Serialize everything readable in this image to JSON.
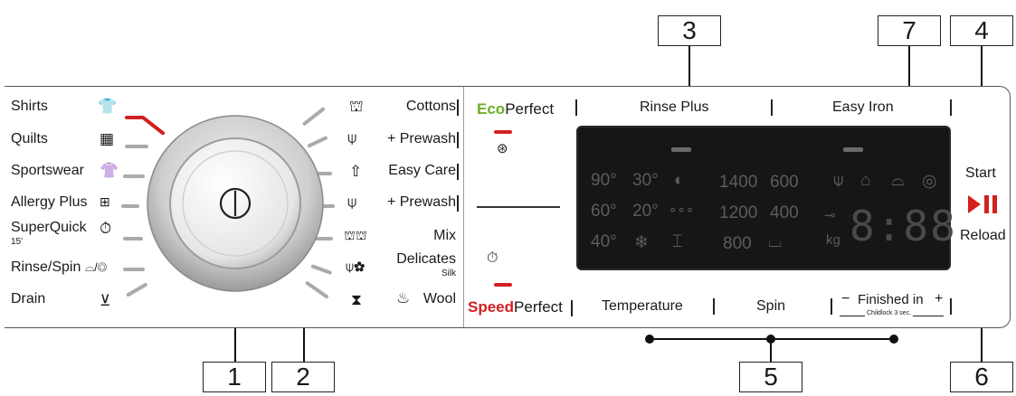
{
  "callouts": {
    "c1": "1",
    "c2": "2",
    "c3": "3",
    "c4": "4",
    "c5": "5",
    "c6": "6",
    "c7": "7"
  },
  "programmes_left": [
    {
      "label": "Shirts",
      "icon": "shirt-icon"
    },
    {
      "label": "Quilts",
      "icon": "quilt-icon"
    },
    {
      "label": "Sportswear",
      "icon": "sportswear-icon"
    },
    {
      "label": "Allergy Plus",
      "icon": "allergy-icon"
    },
    {
      "label": "SuperQuick",
      "sub": "15'",
      "icon": "superquick-icon"
    },
    {
      "label": "Rinse/Spin",
      "icon": "rinse-spin-icon"
    },
    {
      "label": "Drain",
      "icon": "drain-icon"
    }
  ],
  "programmes_right": [
    {
      "label": "Cottons",
      "icon": "cottons-icon"
    },
    {
      "label": "+ Prewash",
      "icon": "prewash-icon"
    },
    {
      "label": "Easy Care",
      "icon": "easy-care-icon"
    },
    {
      "label": "+ Prewash",
      "icon": "prewash-icon"
    },
    {
      "label": "Mix",
      "icon": "mix-icon"
    },
    {
      "label": "Delicates",
      "sub": "Silk",
      "icon": "delicates-icon"
    },
    {
      "label": "Wool",
      "icon": "wool-icon"
    }
  ],
  "modes": {
    "eco_green": "Eco",
    "eco_rest": "Perfect",
    "speed_red": "Speed",
    "speed_rest": "Perfect"
  },
  "top_buttons": {
    "rinse_plus": "Rinse Plus",
    "easy_iron": "Easy Iron"
  },
  "bottom_buttons": {
    "temperature": "Temperature",
    "spin": "Spin",
    "finished_in": "Finished in",
    "childlock": "Childlock 3 sec."
  },
  "display": {
    "temps": [
      "90°",
      "30°",
      "60°",
      "20°",
      "40°"
    ],
    "speeds": [
      "1400",
      "600",
      "1200",
      "400",
      "800"
    ],
    "kg": "kg",
    "time": "8:88"
  },
  "controls": {
    "start": "Start",
    "reload": "Reload"
  },
  "colors": {
    "accent_red": "#d32020",
    "eco_green": "#6ab023",
    "display_bg": "#161616"
  }
}
